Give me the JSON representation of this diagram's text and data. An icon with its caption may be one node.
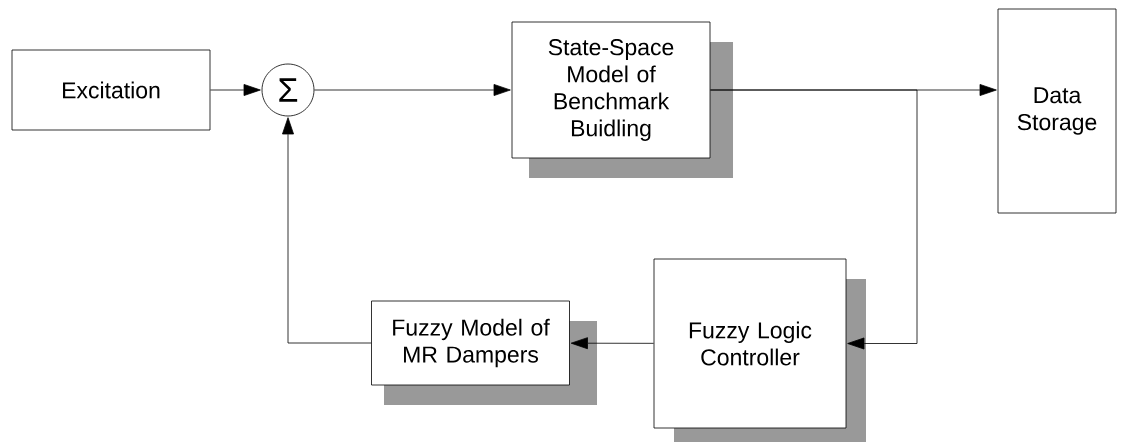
{
  "diagram": {
    "nodes": [
      {
        "text": [
          "Excitation"
        ]
      },
      {
        "text": [
          "Σ"
        ]
      },
      {
        "text": [
          "State-Space Model of Benchmark Buidling"
        ]
      },
      {
        "text": [
          "Data Storage"
        ]
      },
      {
        "text": [
          "Fuzzy Logic Controller"
        ]
      },
      {
        "text": [
          "Fuzzy Model of MR Dampers"
        ]
      }
    ],
    "edges": [
      {
        "from": 0,
        "to": 1,
        "arrow": "to"
      },
      {
        "from": 1,
        "to": 2,
        "arrow": "to"
      },
      {
        "from": 2,
        "to": 3,
        "arrow": "to"
      },
      {
        "from": 2,
        "to": 4,
        "arrow": "to"
      },
      {
        "from": 4,
        "to": 5,
        "arrow": "to"
      },
      {
        "from": 5,
        "to": 1,
        "arrow": "to"
      }
    ]
  }
}
